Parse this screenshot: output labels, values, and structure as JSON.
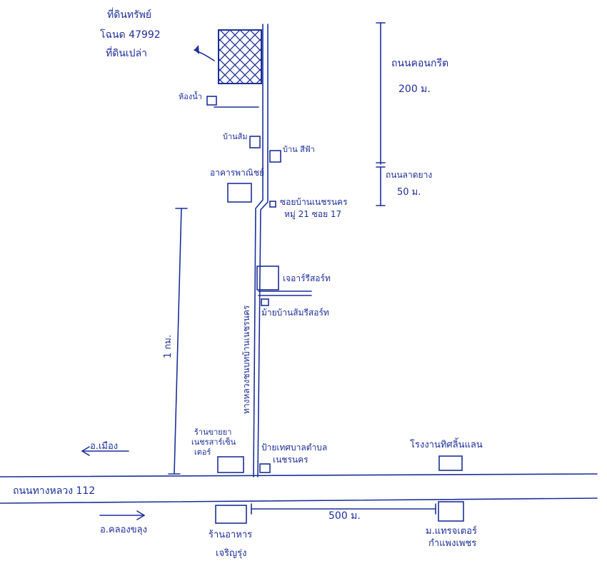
{
  "map": {
    "land": {
      "title": "ที่ดินทรัพย์",
      "deed": "โฉนด 47992",
      "desc": "ที่ดินเปล่า"
    },
    "markers": {
      "house_top": "ห้องน้ำ",
      "house_som": "บ้านส้ม",
      "house_sifa": "บ้าน สีฟ้า",
      "building": "อาคารพาณิชย์",
      "soi_line1": "ซอยบ้านเนชรนคร",
      "soi_line2": "หมู่ 21 ซอย 17",
      "resort1": "เจอาร์รีสอร์ท",
      "resort2": "ม้ายบ้านส้มรีสอร์ท"
    },
    "distances": {
      "concrete_road": "ถนนคอนกรีต",
      "concrete_len": "200 ม.",
      "asphalt_road": "ถนนลาดยาง",
      "asphalt_len": "50 ม.",
      "km": "1 กม.",
      "between": "500 ม."
    },
    "village_road": "ทางหลวงชนบทบ้านเนชรนคร",
    "highway": "ถนนทางหลวง 112",
    "directions": {
      "left": "อ.เมือง",
      "right": "อ.คลองขลุง"
    },
    "landmarks": {
      "shop_lines": [
        "ร้านขายยา",
        "เนชรสาร์เซ็น",
        "เตอร์"
      ],
      "sign": "ป้ายเทศบาลตำบล",
      "sign2": "เนชรนคร",
      "factory": "โรงงานทิศลิ้นแลน",
      "restaurant": "ร้านอาหาร",
      "restaurant2": "เจริญรุ่ง",
      "university": "ม.แทรจเตอร์",
      "university2": "กำแพงเพชร"
    }
  },
  "colors": {
    "ink": "#1c2f9a"
  }
}
